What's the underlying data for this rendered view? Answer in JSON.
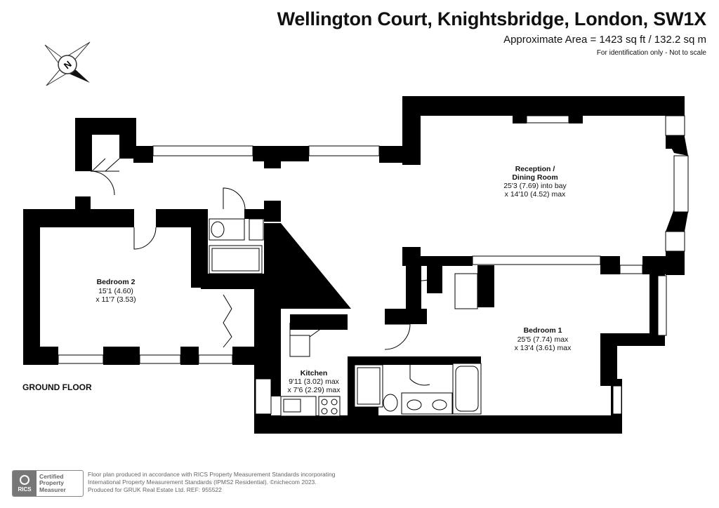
{
  "header": {
    "title": "Wellington Court, Knightsbridge, London, SW1X",
    "area": "Approximate Area = 1423 sq ft / 132.2 sq m",
    "note": "For identification only - Not to scale"
  },
  "compass": {
    "letter": "N"
  },
  "floor_label": "GROUND FLOOR",
  "rooms": {
    "reception": {
      "name_1": "Reception /",
      "name_2": "Dining Room",
      "dim_1": "25'3 (7.69) into bay",
      "dim_2": "x 14'10 (4.52) max"
    },
    "bedroom2": {
      "name": "Bedroom 2",
      "dim_1": "15'1 (4.60)",
      "dim_2": "x 11'7 (3.53)"
    },
    "bedroom1": {
      "name": "Bedroom 1",
      "dim_1": "25'5 (7.74) max",
      "dim_2": "x 13'4 (3.61) max"
    },
    "kitchen": {
      "name": "Kitchen",
      "dim_1": "9'11 (3.02) max",
      "dim_2": "x 7'6 (2.29) max"
    }
  },
  "badge": {
    "logo": "RICS",
    "line_1": "Certified",
    "line_2": "Property",
    "line_3": "Measurer"
  },
  "footer": {
    "line_1": "Floor plan produced in accordance with RICS Property Measurement Standards incorporating",
    "line_2": "International Property Measurement Standards (IPMS2 Residential).  ©nichecom 2023.",
    "line_3": "Produced for GRUK Real Estate Ltd.   REF: 955522"
  }
}
